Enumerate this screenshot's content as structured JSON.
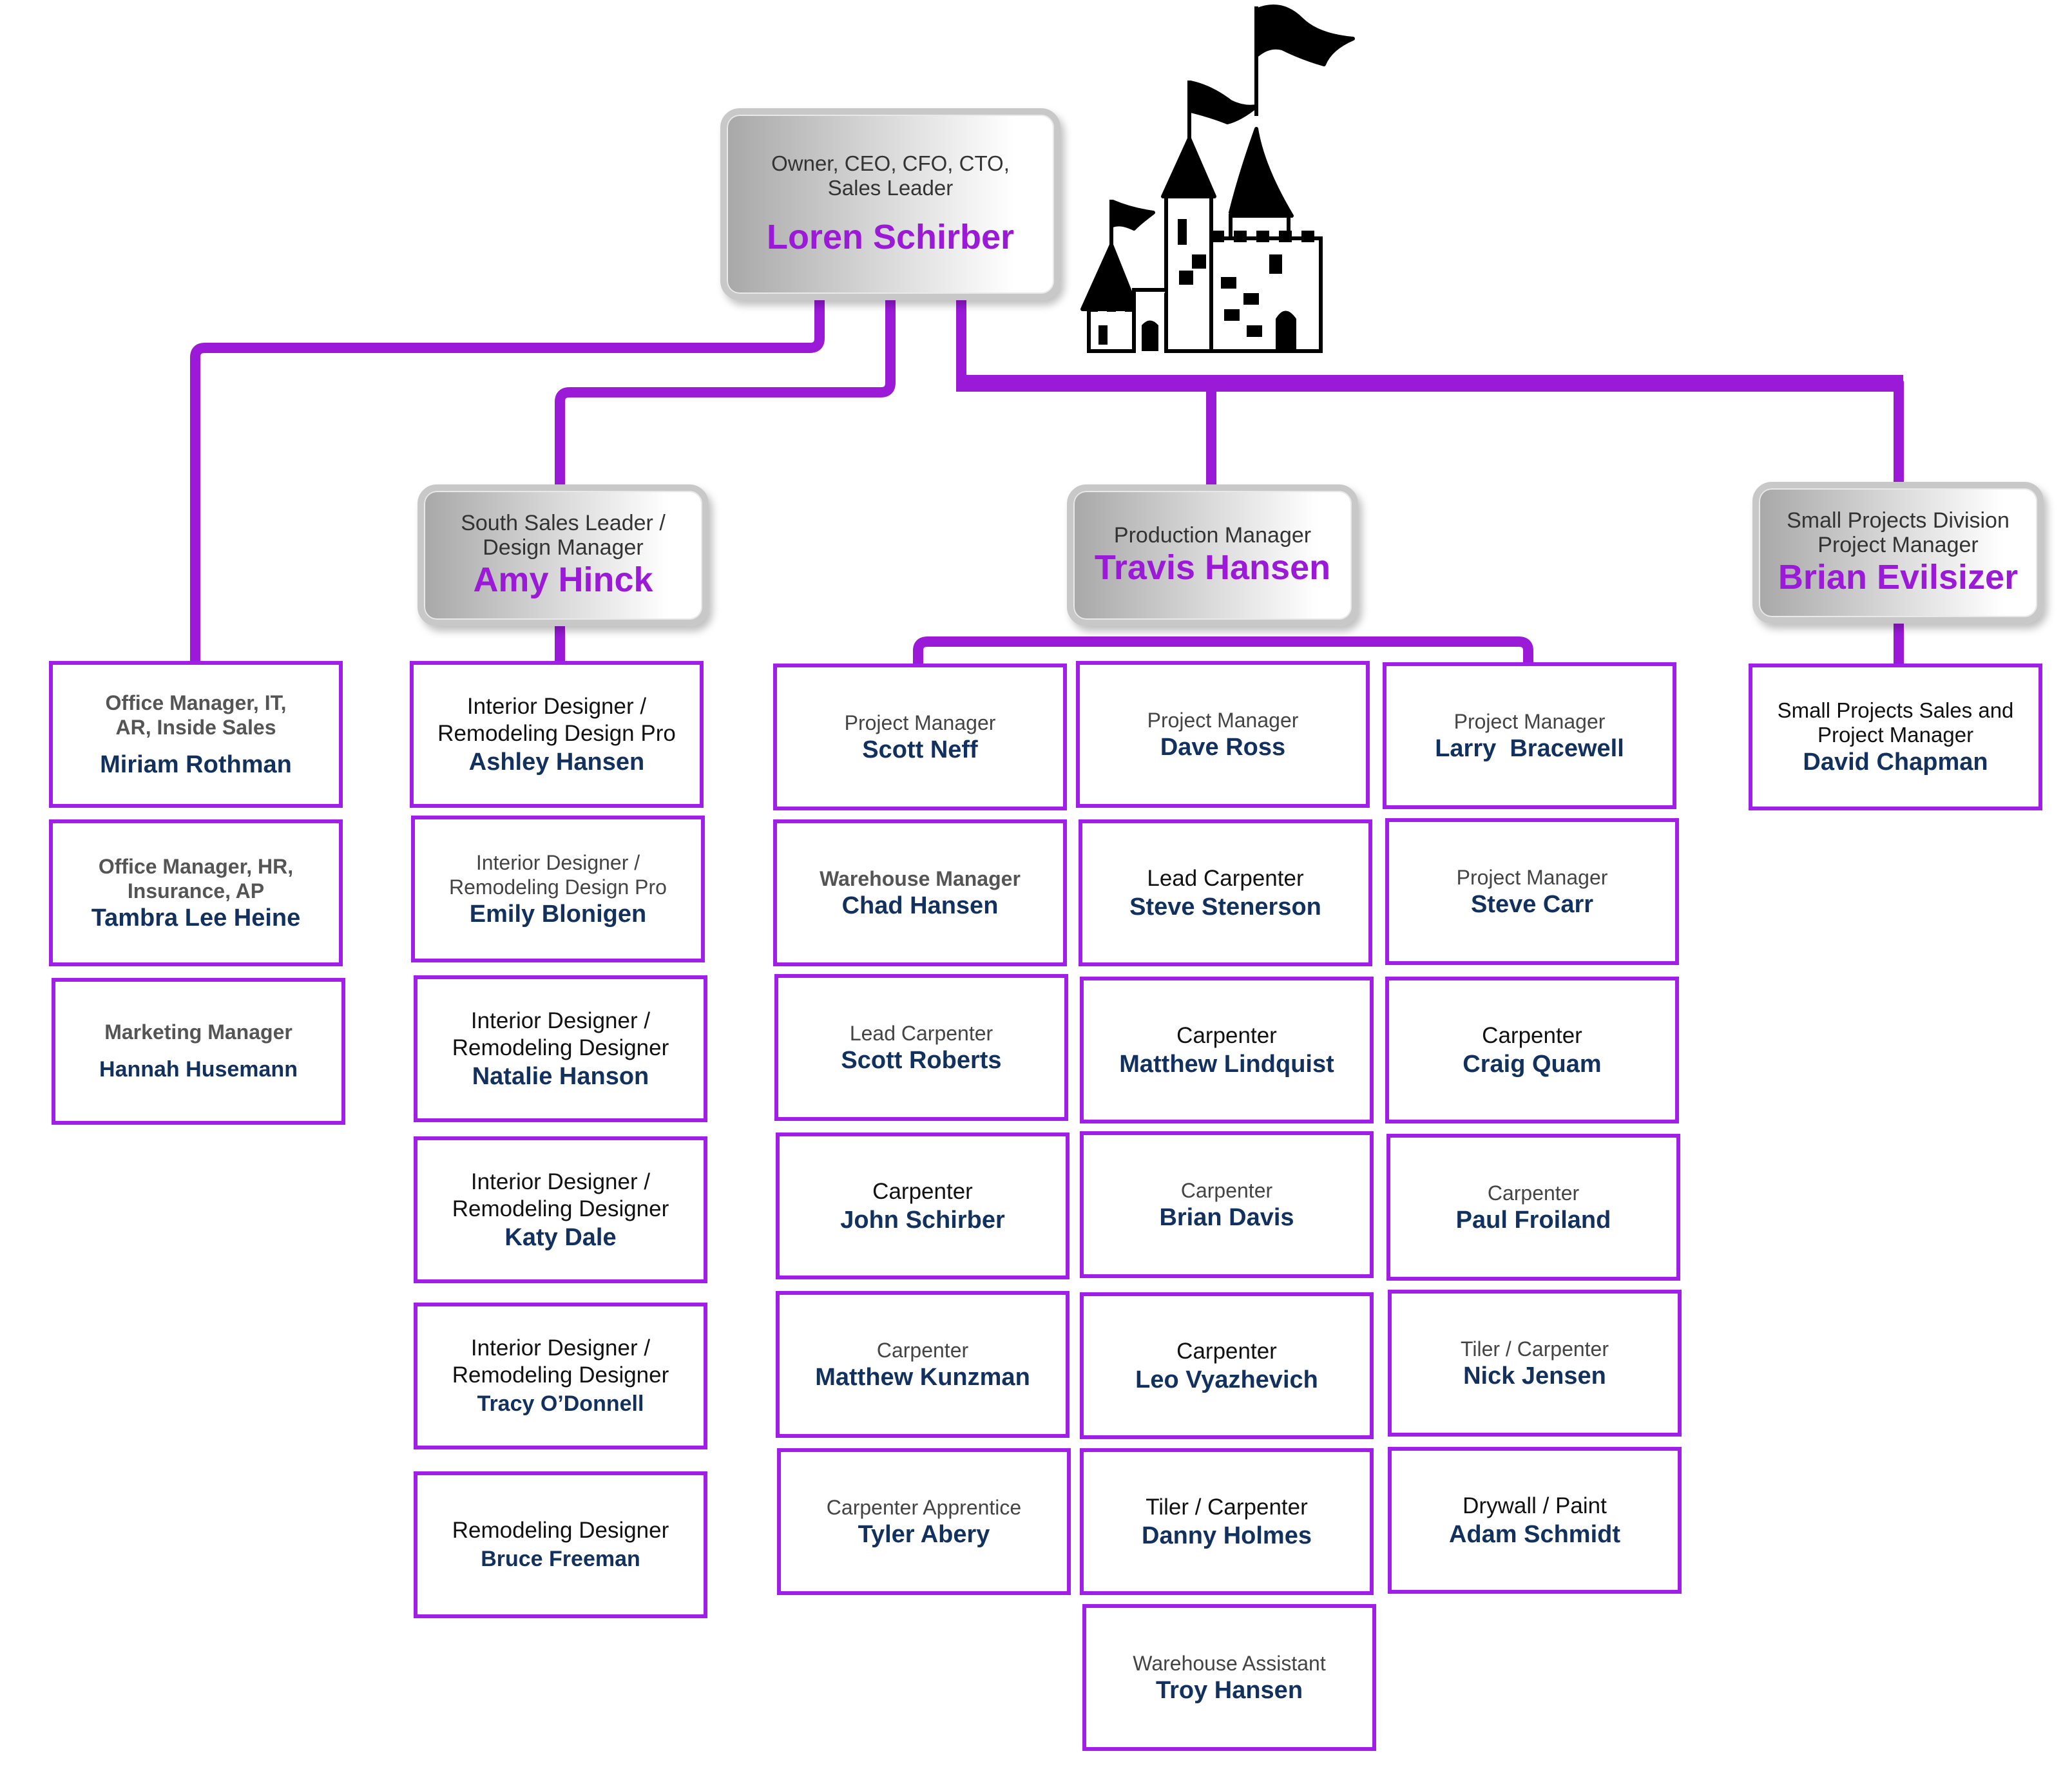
{
  "colors": {
    "connector": "#9a1ad8",
    "box_border": "#a01ee8",
    "leader_name": "#9a1ad8",
    "staff_name": "#12315e"
  },
  "icons": [
    "castle-icon"
  ],
  "top": {
    "role": "Owner, CEO, CFO, CTO, Sales Leader",
    "name": "Loren Schirber"
  },
  "leaders": {
    "south_sales": {
      "role": "South Sales Leader / Design Manager",
      "name": "Amy Hinck"
    },
    "production": {
      "role": "Production Manager",
      "name": "Travis Hansen"
    },
    "small_projects": {
      "role": "Small Projects Division Project Manager",
      "name": "Brian Evilsizer"
    }
  },
  "office": [
    {
      "role": "Office Manager, IT, AR, Inside Sales",
      "name": "Miriam Rothman"
    },
    {
      "role": "Office Manager, HR, Insurance, AP",
      "name": "Tambra Lee Heine"
    },
    {
      "role": "Marketing Manager",
      "name": "Hannah Husemann"
    }
  ],
  "design": [
    {
      "role": "Interior Designer / Remodeling Design Pro",
      "name": "Ashley Hansen"
    },
    {
      "role": "Interior Designer / Remodeling Design Pro",
      "name": "Emily Blonigen"
    },
    {
      "role": "Interior Designer / Remodeling Designer",
      "name": "Natalie Hanson"
    },
    {
      "role": "Interior Designer / Remodeling Designer",
      "name": "Katy Dale"
    },
    {
      "role": "Interior Designer / Remodeling Designer",
      "name": "Tracy O’Donnell"
    },
    {
      "role": "Remodeling Designer",
      "name": "Bruce Freeman"
    }
  ],
  "production_col1": [
    {
      "role": "Project Manager",
      "name": "Scott Neff"
    },
    {
      "role": "Warehouse Manager",
      "name": "Chad Hansen"
    },
    {
      "role": "Lead Carpenter",
      "name": "Scott Roberts"
    },
    {
      "role": "Carpenter",
      "name": "John Schirber"
    },
    {
      "role": "Carpenter",
      "name": "Matthew Kunzman"
    },
    {
      "role": "Carpenter Apprentice",
      "name": "Tyler Abery"
    }
  ],
  "production_col2": [
    {
      "role": "Project Manager",
      "name": "Dave Ross"
    },
    {
      "role": "Lead Carpenter",
      "name": "Steve Stenerson"
    },
    {
      "role": "Carpenter",
      "name": "Matthew Lindquist"
    },
    {
      "role": "Carpenter",
      "name": "Brian Davis"
    },
    {
      "role": "Carpenter",
      "name": "Leo Vyazhevich"
    },
    {
      "role": "Tiler / Carpenter",
      "name": "Danny Holmes"
    },
    {
      "role": "Warehouse Assistant",
      "name": "Troy Hansen"
    }
  ],
  "production_col3": [
    {
      "role": "Project Manager",
      "name": "Larry  Bracewell"
    },
    {
      "role": "Project Manager",
      "name": "Steve Carr"
    },
    {
      "role": "Carpenter",
      "name": "Craig Quam"
    },
    {
      "role": "Carpenter",
      "name": "Paul Froiland"
    },
    {
      "role": "Tiler / Carpenter",
      "name": "Nick Jensen"
    },
    {
      "role": "Drywall / Paint",
      "name": "Adam Schmidt"
    }
  ],
  "small_projects_staff": [
    {
      "role": "Small Projects Sales and Project Manager",
      "name": "David Chapman"
    }
  ]
}
